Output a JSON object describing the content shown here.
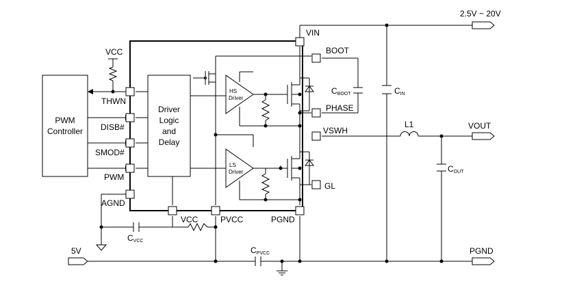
{
  "labels": {
    "vin_range": "2.5V ~ 20V",
    "vin": "VIN",
    "boot": "BOOT",
    "phase": "PHASE",
    "vswh": "VSWH",
    "gl": "GL",
    "pgnd_pin": "PGND",
    "pvcc_pin": "PVCC",
    "vcc_pin": "VCC",
    "vcc_top": "VCC",
    "thwn": "THWN",
    "disb": "DISB#",
    "smod": "SMOD#",
    "pwm": "PWM",
    "agnd": "AGND",
    "pwm_controller_l1": "PWM",
    "pwm_controller_l2": "Controller",
    "driver_logic_l1": "Driver",
    "driver_logic_l2": "Logic",
    "driver_logic_l3": "and",
    "driver_logic_l4": "Delay",
    "hs_driver_l1": "HS",
    "hs_driver_l2": "Driver",
    "ls_driver_l1": "LS",
    "ls_driver_l2": "Driver",
    "cboot_main": "C",
    "cboot_sub": "BOOT",
    "cin_main": "C",
    "cin_sub": "IN",
    "l1": "L1",
    "vout": "VOUT",
    "cout_main": "C",
    "cout_sub": "OUT",
    "cvcc_main": "C",
    "cvcc_sub": "VCC",
    "cpvcc_main": "C",
    "cpvcc_sub": "PVCC",
    "pgnd_rail": "PGND",
    "v5": "5V"
  }
}
